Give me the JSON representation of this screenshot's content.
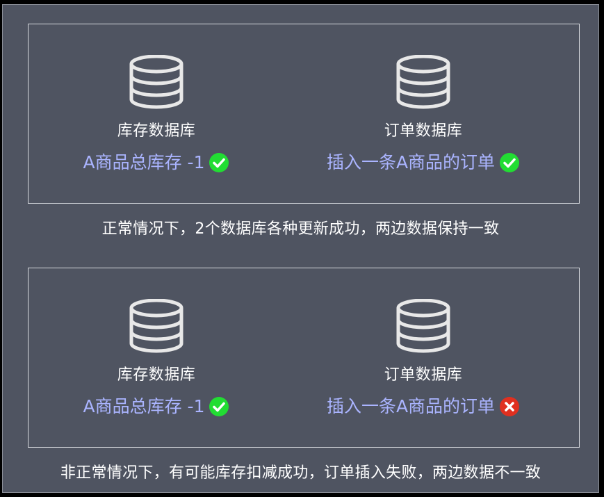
{
  "scenarios": [
    {
      "left_db": {
        "name": "库存数据库",
        "action": "A商品总库存 -1",
        "status": "success",
        "status_icon": "check-circle-icon"
      },
      "right_db": {
        "name": "订单数据库",
        "action": "插入一条A商品的订单",
        "status": "success",
        "status_icon": "check-circle-icon"
      },
      "caption": "正常情况下，2个数据库各种更新成功，两边数据保持一致"
    },
    {
      "left_db": {
        "name": "库存数据库",
        "action": "A商品总库存 -1",
        "status": "success",
        "status_icon": "check-circle-icon"
      },
      "right_db": {
        "name": "订单数据库",
        "action": "插入一条A商品的订单",
        "status": "failure",
        "status_icon": "x-circle-icon"
      },
      "caption": "非正常情况下，有可能库存扣减成功，订单插入失败，两边数据不一致"
    }
  ],
  "colors": {
    "background": "#4f5461",
    "border": "#d8dbe0",
    "action_text": "#aab4ff",
    "success": "#22dd33",
    "failure": "#e03020"
  }
}
